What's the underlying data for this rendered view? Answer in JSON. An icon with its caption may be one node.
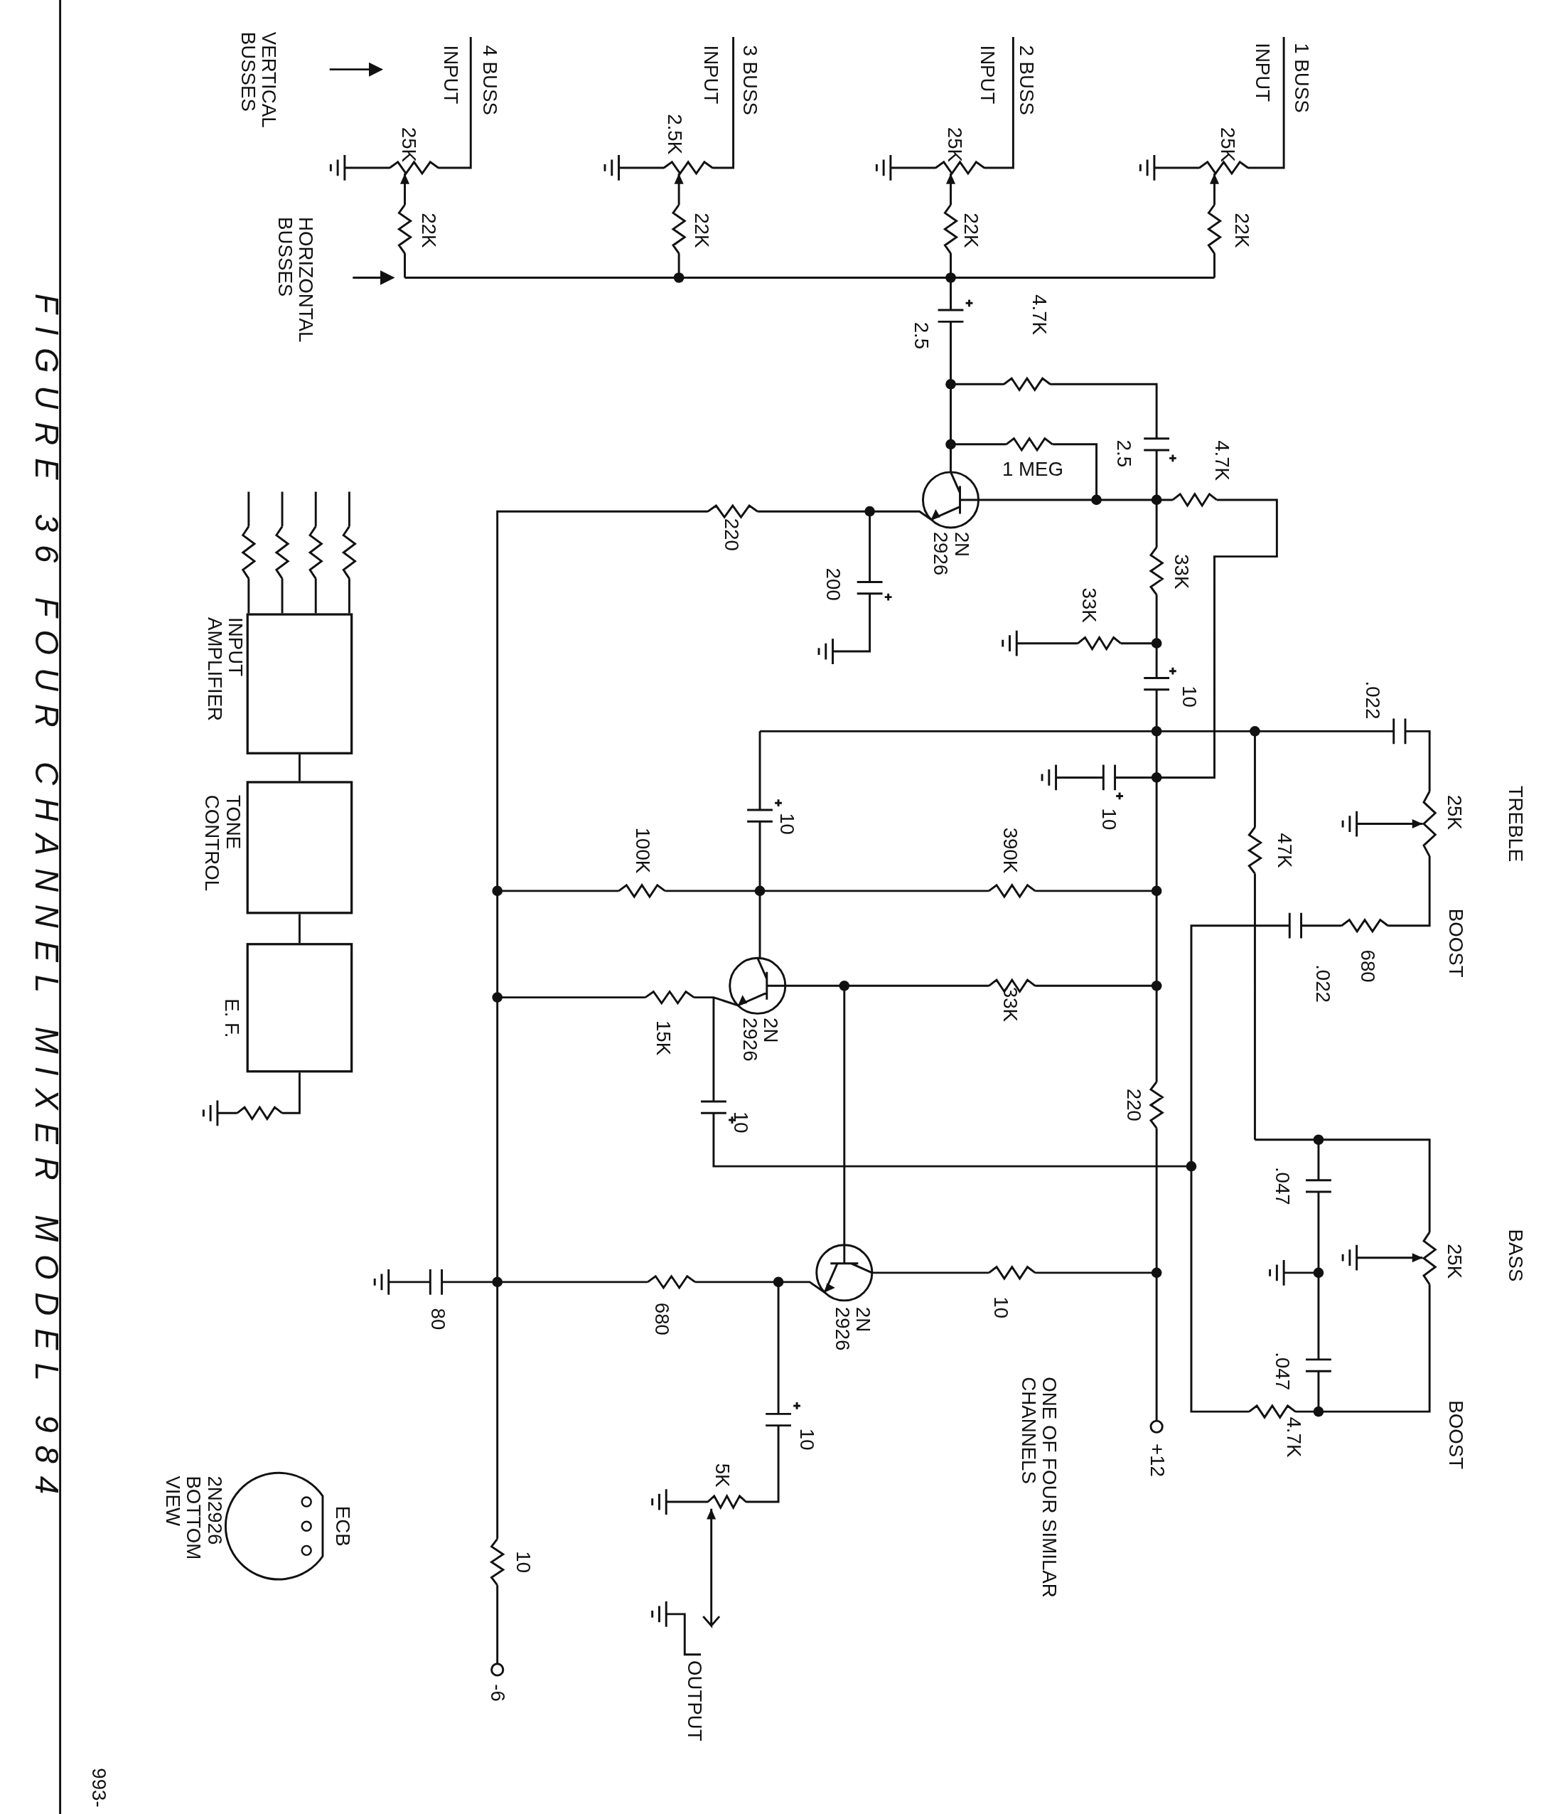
{
  "diagram": {
    "caption": "FIGURE 36 FOUR CHANNEL MIXER MODEL 984",
    "nodes": [
      {
        "text": [
          "INPUT AMPLIFIER"
        ]
      },
      {
        "text": [
          "TONE CONTROL"
        ]
      },
      {
        "text": [
          "E. F."
        ]
      },
      {
        "text": [
          "ECB"
        ],
        "beside": [
          "2N2926 BOTTOM VIEW"
        ]
      }
    ],
    "edges": [
      {
        "from": 0,
        "to": 1,
        "arrow": "none"
      },
      {
        "from": 1,
        "to": 2,
        "arrow": "none"
      }
    ],
    "labels": [
      "1 BUSS INPUT",
      "25K",
      "22K",
      "2 BUSS INPUT",
      "25K",
      "22K",
      "3 BUSS INPUT",
      "2.5K",
      "22K",
      "4 BUSS INPUT",
      "25K",
      "22K",
      "VERTICAL BUSSES",
      "HORIZONTAL BUSSES",
      "2.5",
      "4.7K",
      "2.5",
      "4.7K",
      "1 MEG",
      "2N 2926",
      "33K",
      "200",
      "220",
      "33K",
      "10",
      ".022",
      "TREBLE",
      "25K",
      "10",
      "47K",
      "390K",
      "10",
      "100K",
      "BOOST",
      "680",
      ".022",
      "33K",
      "2N 2926",
      "15K",
      "220",
      "10",
      ".047",
      "BASS",
      "25K",
      "10",
      ".047",
      "2N 2926",
      "680",
      "80",
      "BOOST",
      "4.7K",
      "ONE OF FOUR SIMILAR CHANNELS",
      "+12",
      "10",
      "5K",
      "OUTPUT",
      "10",
      "-6",
      "993-"
    ]
  }
}
